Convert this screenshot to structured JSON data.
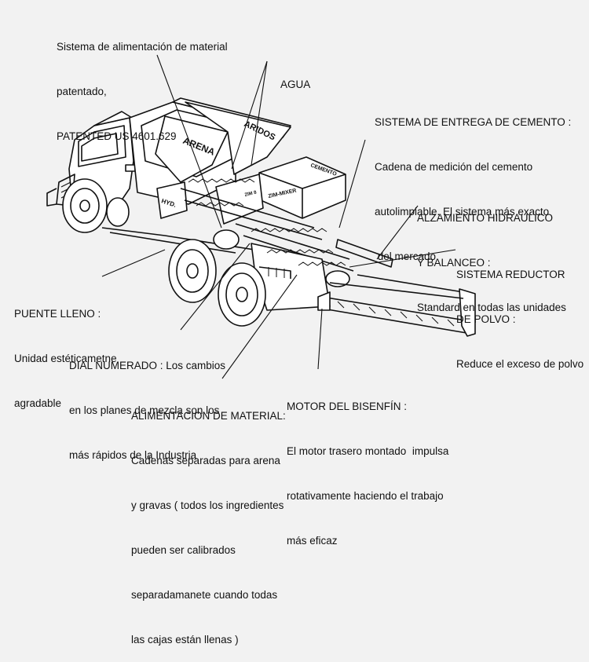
{
  "callouts": {
    "feed_system": [
      "Sistema de alimentación de material",
      "patentado,",
      "PATENTED US 4601.629"
    ],
    "agua": [
      "AGUA"
    ],
    "cement_delivery": [
      "SISTEMA DE ENTREGA DE CEMENTO :",
      "Cadena de medición del cemento",
      "autolimpiable. El sistema más exacto",
      " del mercado"
    ],
    "hydraulic_lift": [
      "ALZAMIENTO HIDRAULICO",
      "Y BALANCEO :",
      "Standard en todas las unidades"
    ],
    "dust_reducer": [
      "SISTEMA REDUCTOR",
      "DE POLVO :",
      "Reduce el exceso de polvo"
    ],
    "full_bridge": [
      "PUENTE LLENO :",
      "Unidad estéticametne",
      "agradable"
    ],
    "numbered_dial": [
      "DIAL NUMERADO : Los cambios",
      "en los planes de mezcla son los",
      "más rápidos de la Industria"
    ],
    "material_feed": [
      "ALIMENTACION DE MATERIAL:",
      "Cadenas separadas para arena",
      "y gravas ( todos los ingredientes",
      "pueden ser calibrados",
      "separadamanete cuando todas",
      "las cajas están llenas )"
    ],
    "auger_motor": [
      "MOTOR DEL BISENFÍN :",
      "El motor trasero montado  impulsa",
      "rotativamente haciendo el trabajo",
      "más eficaz"
    ]
  },
  "machine_labels": {
    "arena": "ARENA",
    "aridos": "ARIDOS",
    "cemento": "CEMENTO",
    "hyd": "HYD.",
    "zim_mixer": "ZIM-MIXER",
    "small_plate": "ZIM 8"
  }
}
